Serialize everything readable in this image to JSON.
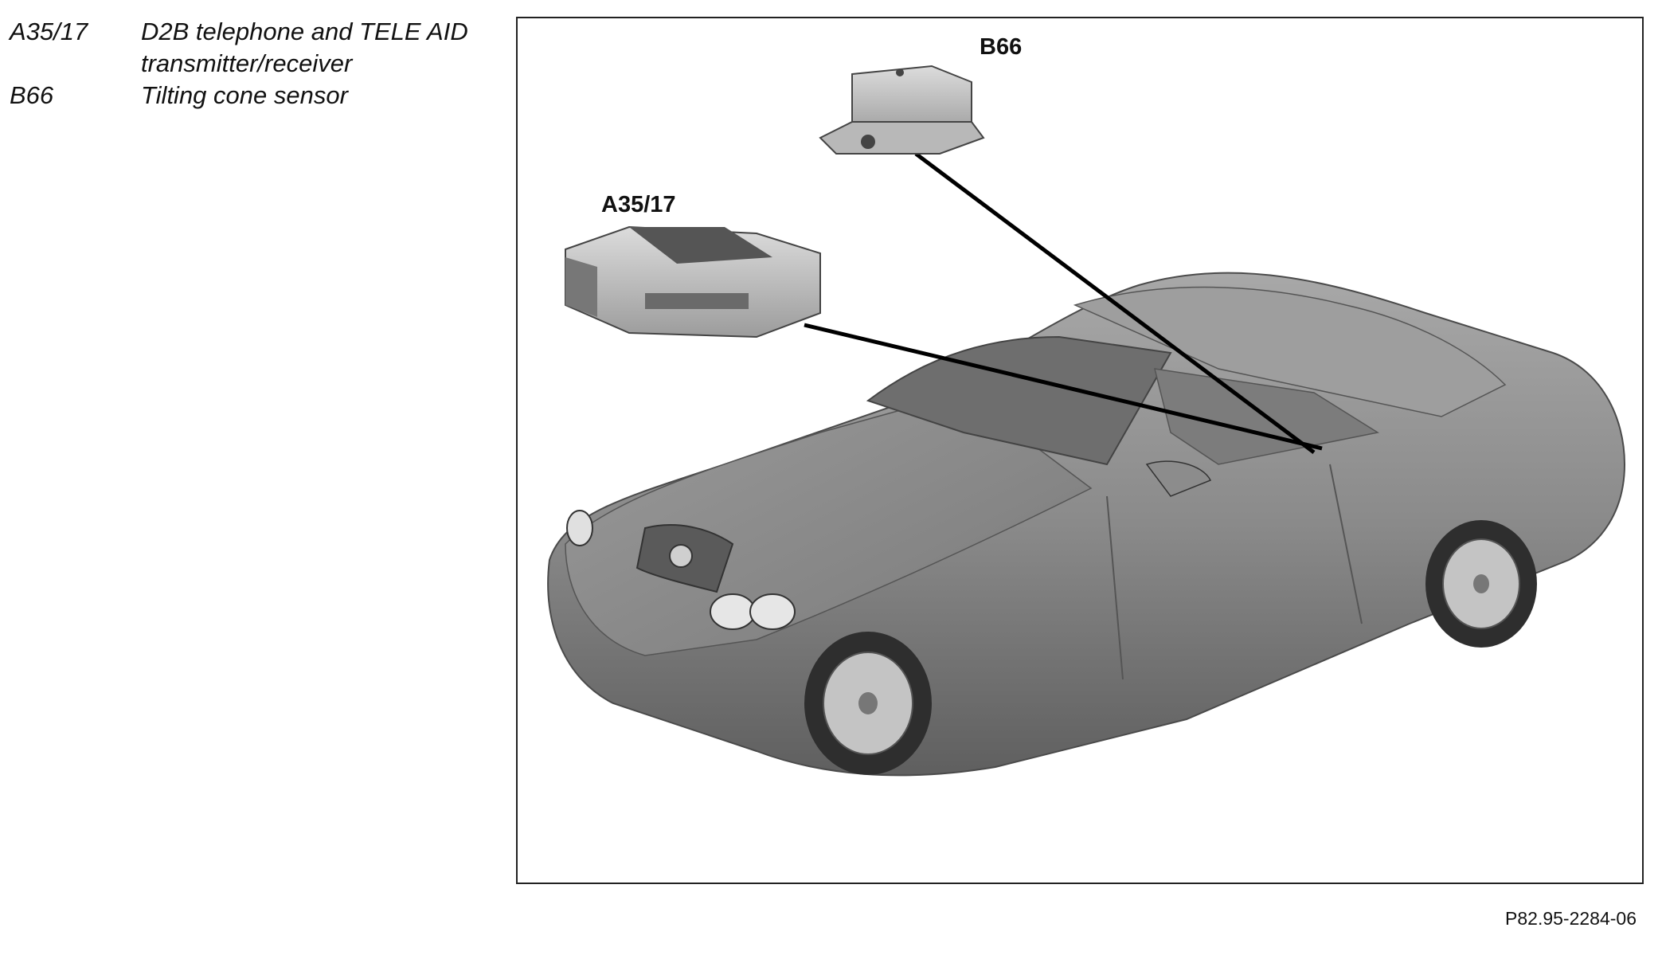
{
  "legend": {
    "items": [
      {
        "code": "A35/17",
        "line1": "D2B telephone and TELE AID",
        "line2": "transmitter/receiver"
      },
      {
        "code": "B66",
        "line1": "Tilting cone sensor"
      }
    ]
  },
  "callouts": {
    "b66": "B66",
    "a35": "A35/17"
  },
  "reference": "P82.95-2284-06",
  "colors": {
    "car_body": "#8a8a8a",
    "car_shadow": "#5f5f5f",
    "component": "#bdbdbd",
    "leader_line": "#000000"
  },
  "icons": {
    "car": "roadster-illustration",
    "module": "control-unit-box",
    "sensor": "tilt-sensor-block"
  }
}
